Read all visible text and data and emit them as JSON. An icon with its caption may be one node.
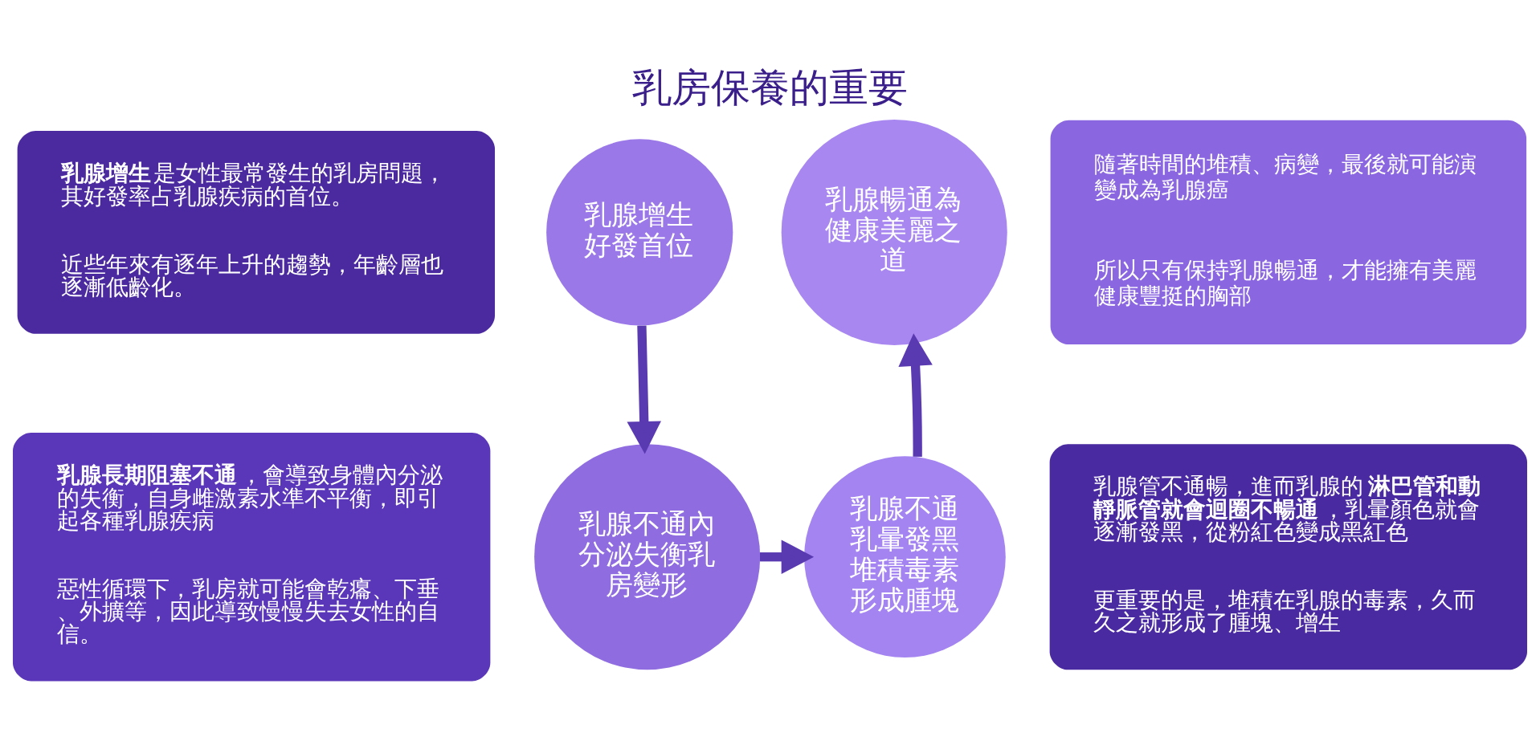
{
  "diagram": {
    "title": "乳房保養的重要",
    "nodes": [
      {
        "text": [
          "**乳腺增生**是女性最常發生的乳房問題，其好發率占乳腺疾病的首位。",
          "近些年來有逐年上升的趨勢，年齡層也逐漸低齡化。"
        ]
      },
      {
        "text": [
          "隨著時間的堆積、病變，最後就可能演變成為乳腺癌",
          "所以只有保持乳腺暢通，才能擁有美麗健康豐挺的胸部"
        ]
      },
      {
        "text": [
          "**乳腺長期阻塞不通**，會導致身體內分泌的失衡，自身雌激素水準不平衡，即引起各種乳腺疾病",
          "惡性循環下，乳房就可能會乾癟、下垂、外擴等，因此導致慢慢失去女性的自信。"
        ]
      },
      {
        "text": [
          "乳腺管不通暢，進而乳腺的**淋巴管和動靜脈管就會迴圈不暢通**，乳暈顏色就會逐漸發黑，從粉紅色變成黑紅色",
          "更重要的是，堆積在乳腺的毒素，久而久之就形成了腫塊、增生"
        ]
      },
      {
        "text": [
          "乳腺增生好發首位"
        ]
      },
      {
        "text": [
          "乳腺暢通為健康美麗之道"
        ]
      },
      {
        "text": [
          "乳腺不通內分泌失衡乳房變形"
        ]
      },
      {
        "text": [
          "乳腺不通乳暈發黑堆積毒素形成腫塊"
        ]
      }
    ],
    "edges": [
      {
        "from": 4,
        "to": 6,
        "arrow": "to"
      },
      {
        "from": 6,
        "to": 7,
        "arrow": "to"
      },
      {
        "from": 7,
        "to": 5,
        "arrow": "to"
      }
    ]
  }
}
